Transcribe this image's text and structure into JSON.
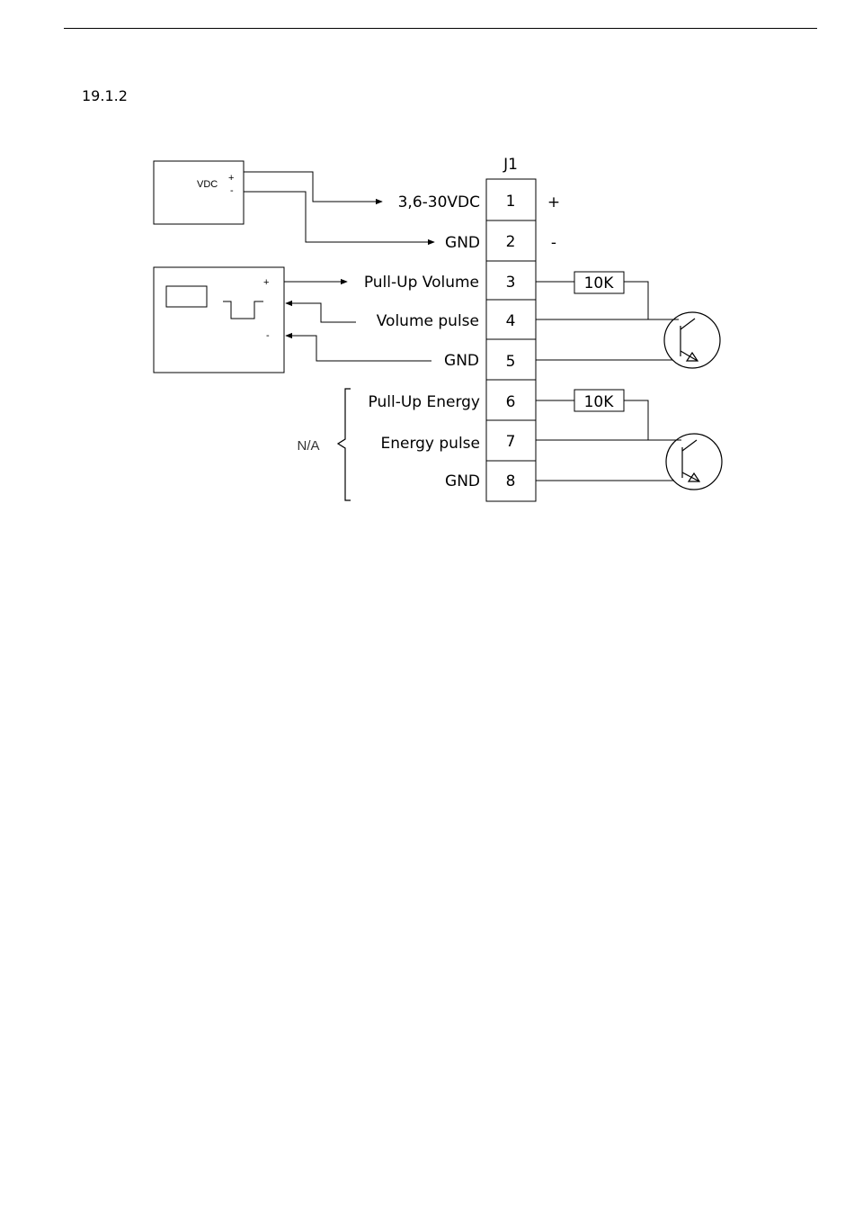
{
  "section_number": "19.1.2",
  "connector": {
    "name": "J1",
    "pins": [
      "1",
      "2",
      "3",
      "4",
      "5",
      "6",
      "7",
      "8"
    ]
  },
  "signals": {
    "pin1": "3,6-30VDC",
    "pin2": "GND",
    "pin3": "Pull-Up Volume",
    "pin4": "Volume pulse",
    "pin5": "GND",
    "pin6": "Pull-Up Energy",
    "pin7": "Energy pulse",
    "pin8": "GND"
  },
  "polarity": {
    "plus": "+",
    "minus": "-"
  },
  "power_supply": {
    "label": "VDC",
    "plus": "+",
    "minus": "-"
  },
  "pulse_device": {
    "plus": "+",
    "minus": "-"
  },
  "resistors": [
    "10K",
    "10K"
  ],
  "bracket_label": "N/A"
}
